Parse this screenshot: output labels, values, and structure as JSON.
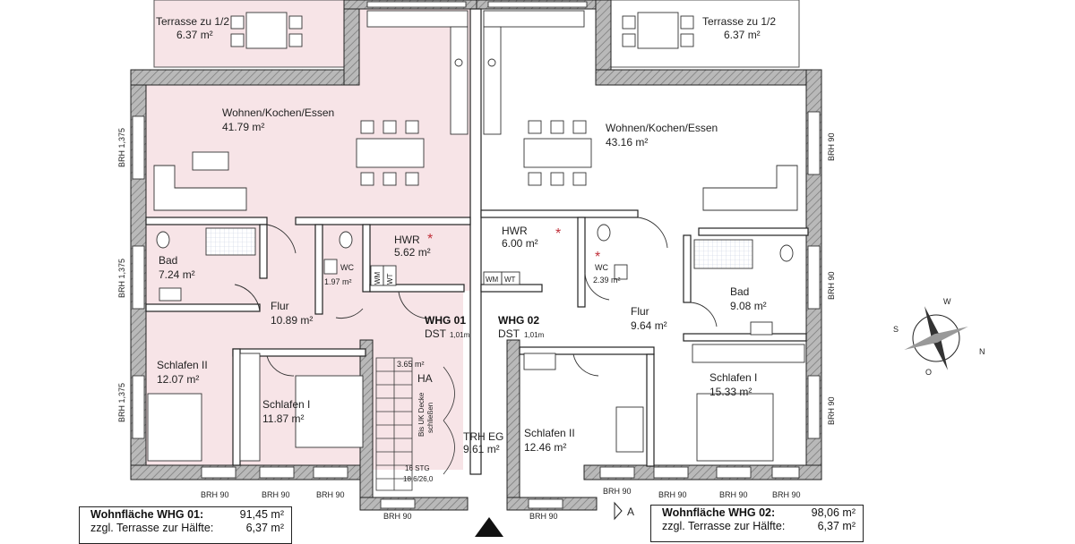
{
  "rooms": {
    "terrace_left": {
      "name": "Terrasse zu 1/2",
      "area": "6.37 m²"
    },
    "terrace_right": {
      "name": "Terrasse zu 1/2",
      "area": "6.37 m²"
    },
    "wke1": {
      "name": "Wohnen/Kochen/Essen",
      "area": "41.79 m²"
    },
    "wke2": {
      "name": "Wohnen/Kochen/Essen",
      "area": "43.16 m²"
    },
    "bad1": {
      "name": "Bad",
      "area": "7.24 m²"
    },
    "bad2": {
      "name": "Bad",
      "area": "9.08 m²"
    },
    "wc1": {
      "name": "WC",
      "area": "1.97 m²"
    },
    "wc2": {
      "name": "WC",
      "area": "2.39 m²"
    },
    "hwr1": {
      "name": "HWR",
      "area": "5.62 m²"
    },
    "hwr2": {
      "name": "HWR",
      "area": "6.00 m²"
    },
    "flur1": {
      "name": "Flur",
      "area": "10.89 m²"
    },
    "flur2": {
      "name": "Flur",
      "area": "9.64 m²"
    },
    "schlafen2_left": {
      "name": "Schlafen II",
      "area": "12.07 m²"
    },
    "schlafen1_left": {
      "name": "Schlafen I",
      "area": "11.87 m²"
    },
    "schlafen2_right": {
      "name": "Schlafen II",
      "area": "12.46 m²"
    },
    "schlafen1_right": {
      "name": "Schlafen I",
      "area": "15.33 m²"
    },
    "trh": {
      "name": "TRH EG",
      "area": "9.61 m²"
    },
    "ha": {
      "name": "HA",
      "area": "3.65 m²"
    }
  },
  "units": {
    "whg01": {
      "label": "WHG 01",
      "dst": "DST",
      "dst_size": "1,01m"
    },
    "whg02": {
      "label": "WHG 02",
      "dst": "DST",
      "dst_size": "1,01m"
    }
  },
  "markers": {
    "star": "*"
  },
  "fixtures": {
    "wm": "WM",
    "wt": "WT"
  },
  "stair": {
    "note_line1": "Bis UK Decke",
    "note_line2": "schließen",
    "steps": "16 STG",
    "ratio": "18,6/26,0"
  },
  "section_marker": "A",
  "brh": {
    "left_1375": "BRH 1,375",
    "right_90": "BRH 90",
    "bottom_90": "BRH 90"
  },
  "compass": {
    "n": "N",
    "s": "S",
    "w": "W",
    "o": "O"
  },
  "summary_left": {
    "label": "Wohnfläche WHG 01:",
    "value": "91,45 m²",
    "label2": "zzgl. Terrasse zur Hälfte:",
    "value2": "6,37 m²"
  },
  "summary_right": {
    "label": "Wohnfläche WHG 02:",
    "value": "98,06 m²",
    "label2": "zzgl. Terrasse zur Hälfte:",
    "value2": "6,37 m²"
  },
  "colors": {
    "wall": "#8a8a8a",
    "wall_edge": "#222222",
    "whg01_fill": "#f7e4e7",
    "line": "#333333"
  }
}
